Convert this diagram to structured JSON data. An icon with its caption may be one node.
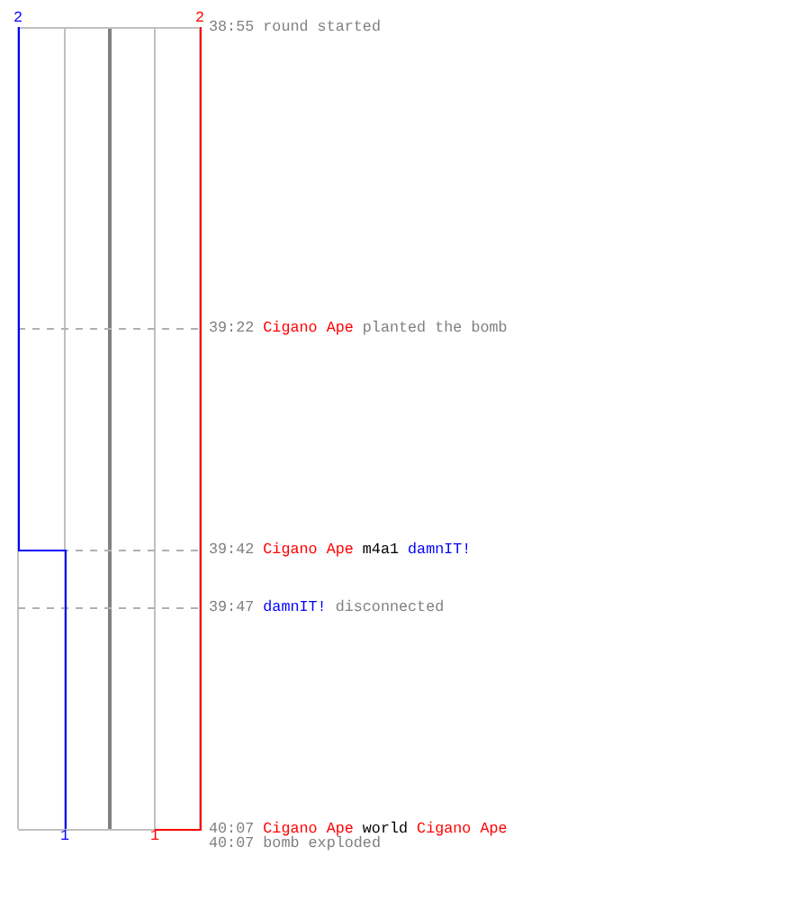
{
  "diagram": {
    "labels": [
      "2",
      "2",
      "38:55",
      "round started",
      "39:22",
      "Cigano Ape",
      "planted the bomb",
      "39:42",
      "Cigano Ape",
      "m4a1",
      "damnIT!",
      "39:47",
      "damnIT!",
      "disconnected",
      "40:07",
      "Cigano Ape",
      "world",
      "Cigano Ape",
      "40:07",
      "bomb exploded",
      "1",
      "1"
    ]
  }
}
